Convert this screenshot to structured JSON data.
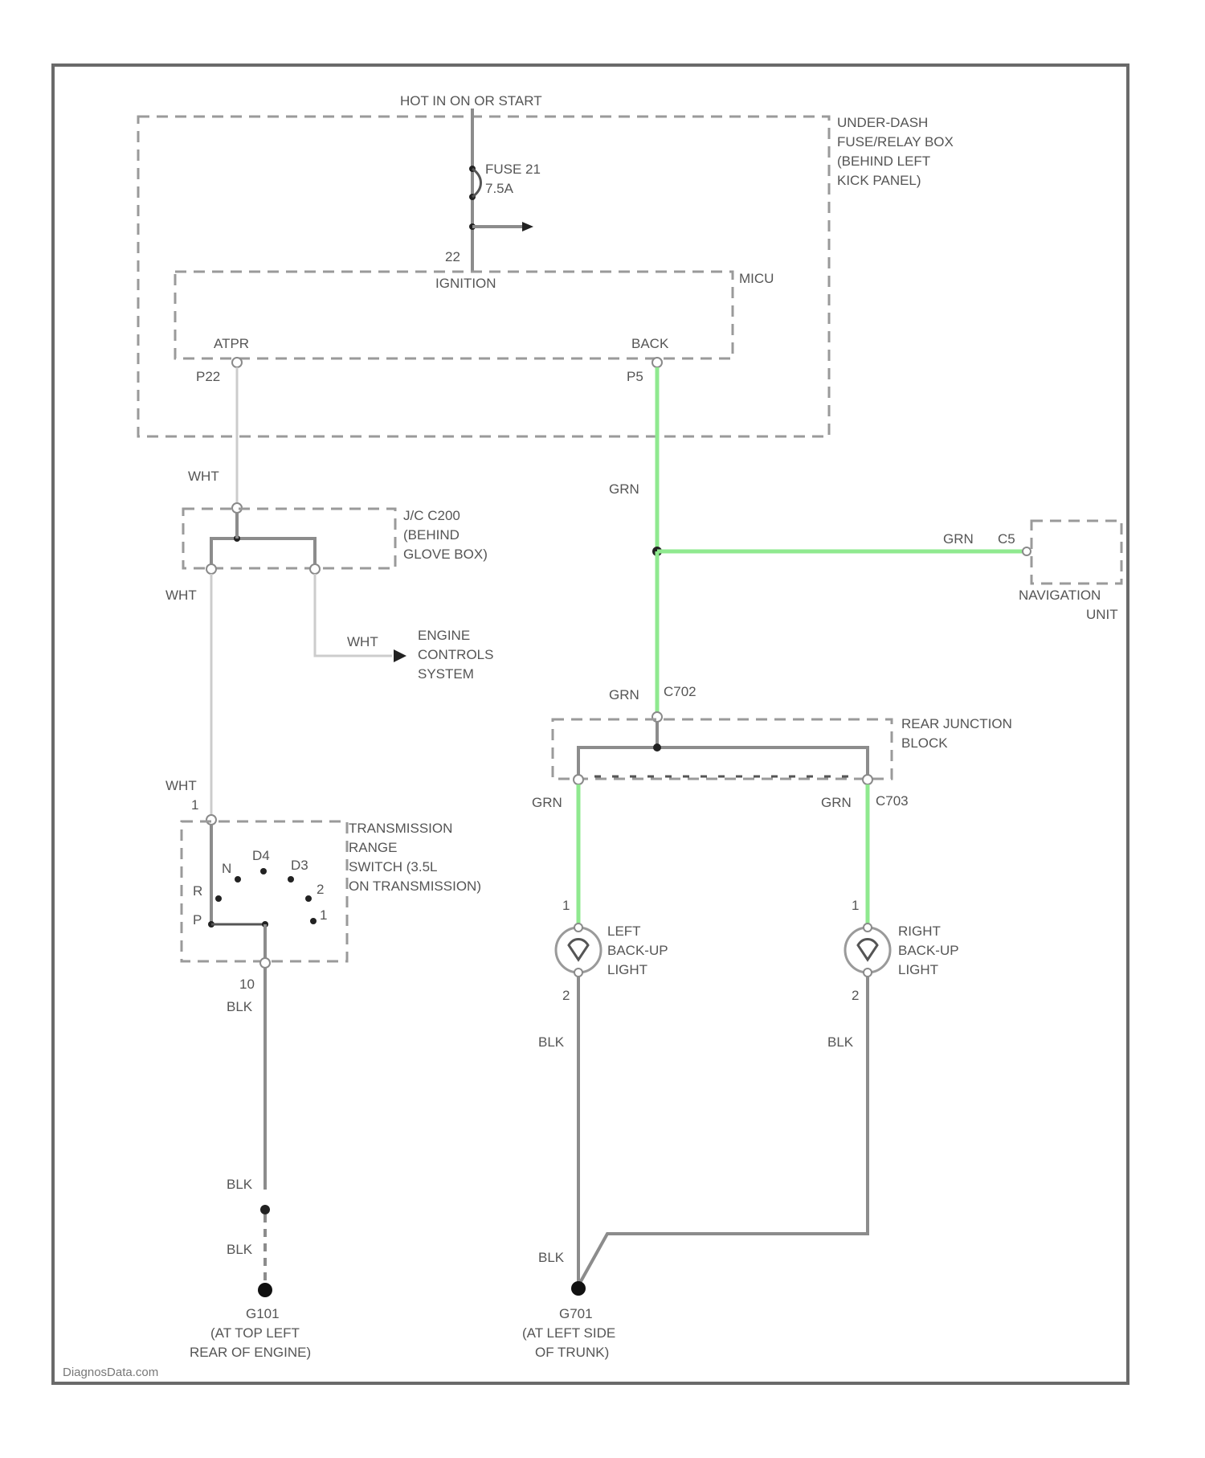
{
  "diagram": {
    "power_label": "HOT IN ON OR START",
    "fusebox": {
      "lines": [
        "UNDER-DASH",
        "FUSE/RELAY BOX",
        "(BEHIND LEFT",
        "KICK PANEL)"
      ]
    },
    "fuse": {
      "lines": [
        "FUSE 21",
        "7.5A"
      ]
    },
    "mcu": {
      "title": "MICU",
      "ignition_pin": "22",
      "ignition_label": "IGNITION",
      "atpr_label": "ATPR",
      "atpr_pin": "P22",
      "back_label": "BACK",
      "back_pin": "P5"
    },
    "jc": {
      "lines": [
        "J/C C200",
        "(BEHIND",
        "GLOVE BOX)"
      ]
    },
    "engine_control": {
      "lines": [
        "ENGINE",
        "CONTROLS",
        "SYSTEM"
      ]
    },
    "navigation": {
      "lines": [
        "NAVIGATION",
        "UNIT"
      ],
      "pin": "C5"
    },
    "rear_junction": {
      "lines": [
        "REAR JUNCTION",
        "BLOCK"
      ],
      "in_pin": "C702",
      "out_pin": "C703"
    },
    "trans_switch": {
      "lines": [
        "TRANSMISSION",
        "RANGE",
        "SWITCH (3.5L",
        "ON TRANSMISSION)"
      ],
      "in_pin": "1",
      "out_pin": "10",
      "positions": [
        "R",
        "N",
        "D4",
        "D3",
        "2",
        "1",
        "P"
      ]
    },
    "left_lamp": {
      "lines": [
        "LEFT",
        "BACK-UP",
        "LIGHT"
      ],
      "pin_top": "1",
      "pin_bottom": "2"
    },
    "right_lamp": {
      "lines": [
        "RIGHT",
        "BACK-UP",
        "LIGHT"
      ],
      "pin_top": "1",
      "pin_bottom": "2"
    },
    "ground_left": {
      "lines": [
        "G101",
        "(AT TOP LEFT",
        "REAR OF ENGINE)"
      ]
    },
    "ground_right": {
      "lines": [
        "G701",
        "(AT LEFT SIDE",
        "OF TRUNK)"
      ]
    },
    "wire_colors": {
      "wht": "WHT",
      "grn": "GRN",
      "blk": "BLK"
    },
    "watermark": "DiagnosData.com",
    "colors": {
      "highlight": "#8fe98f",
      "wire": "#8c8c8c",
      "box": "#9a9a9a"
    }
  }
}
